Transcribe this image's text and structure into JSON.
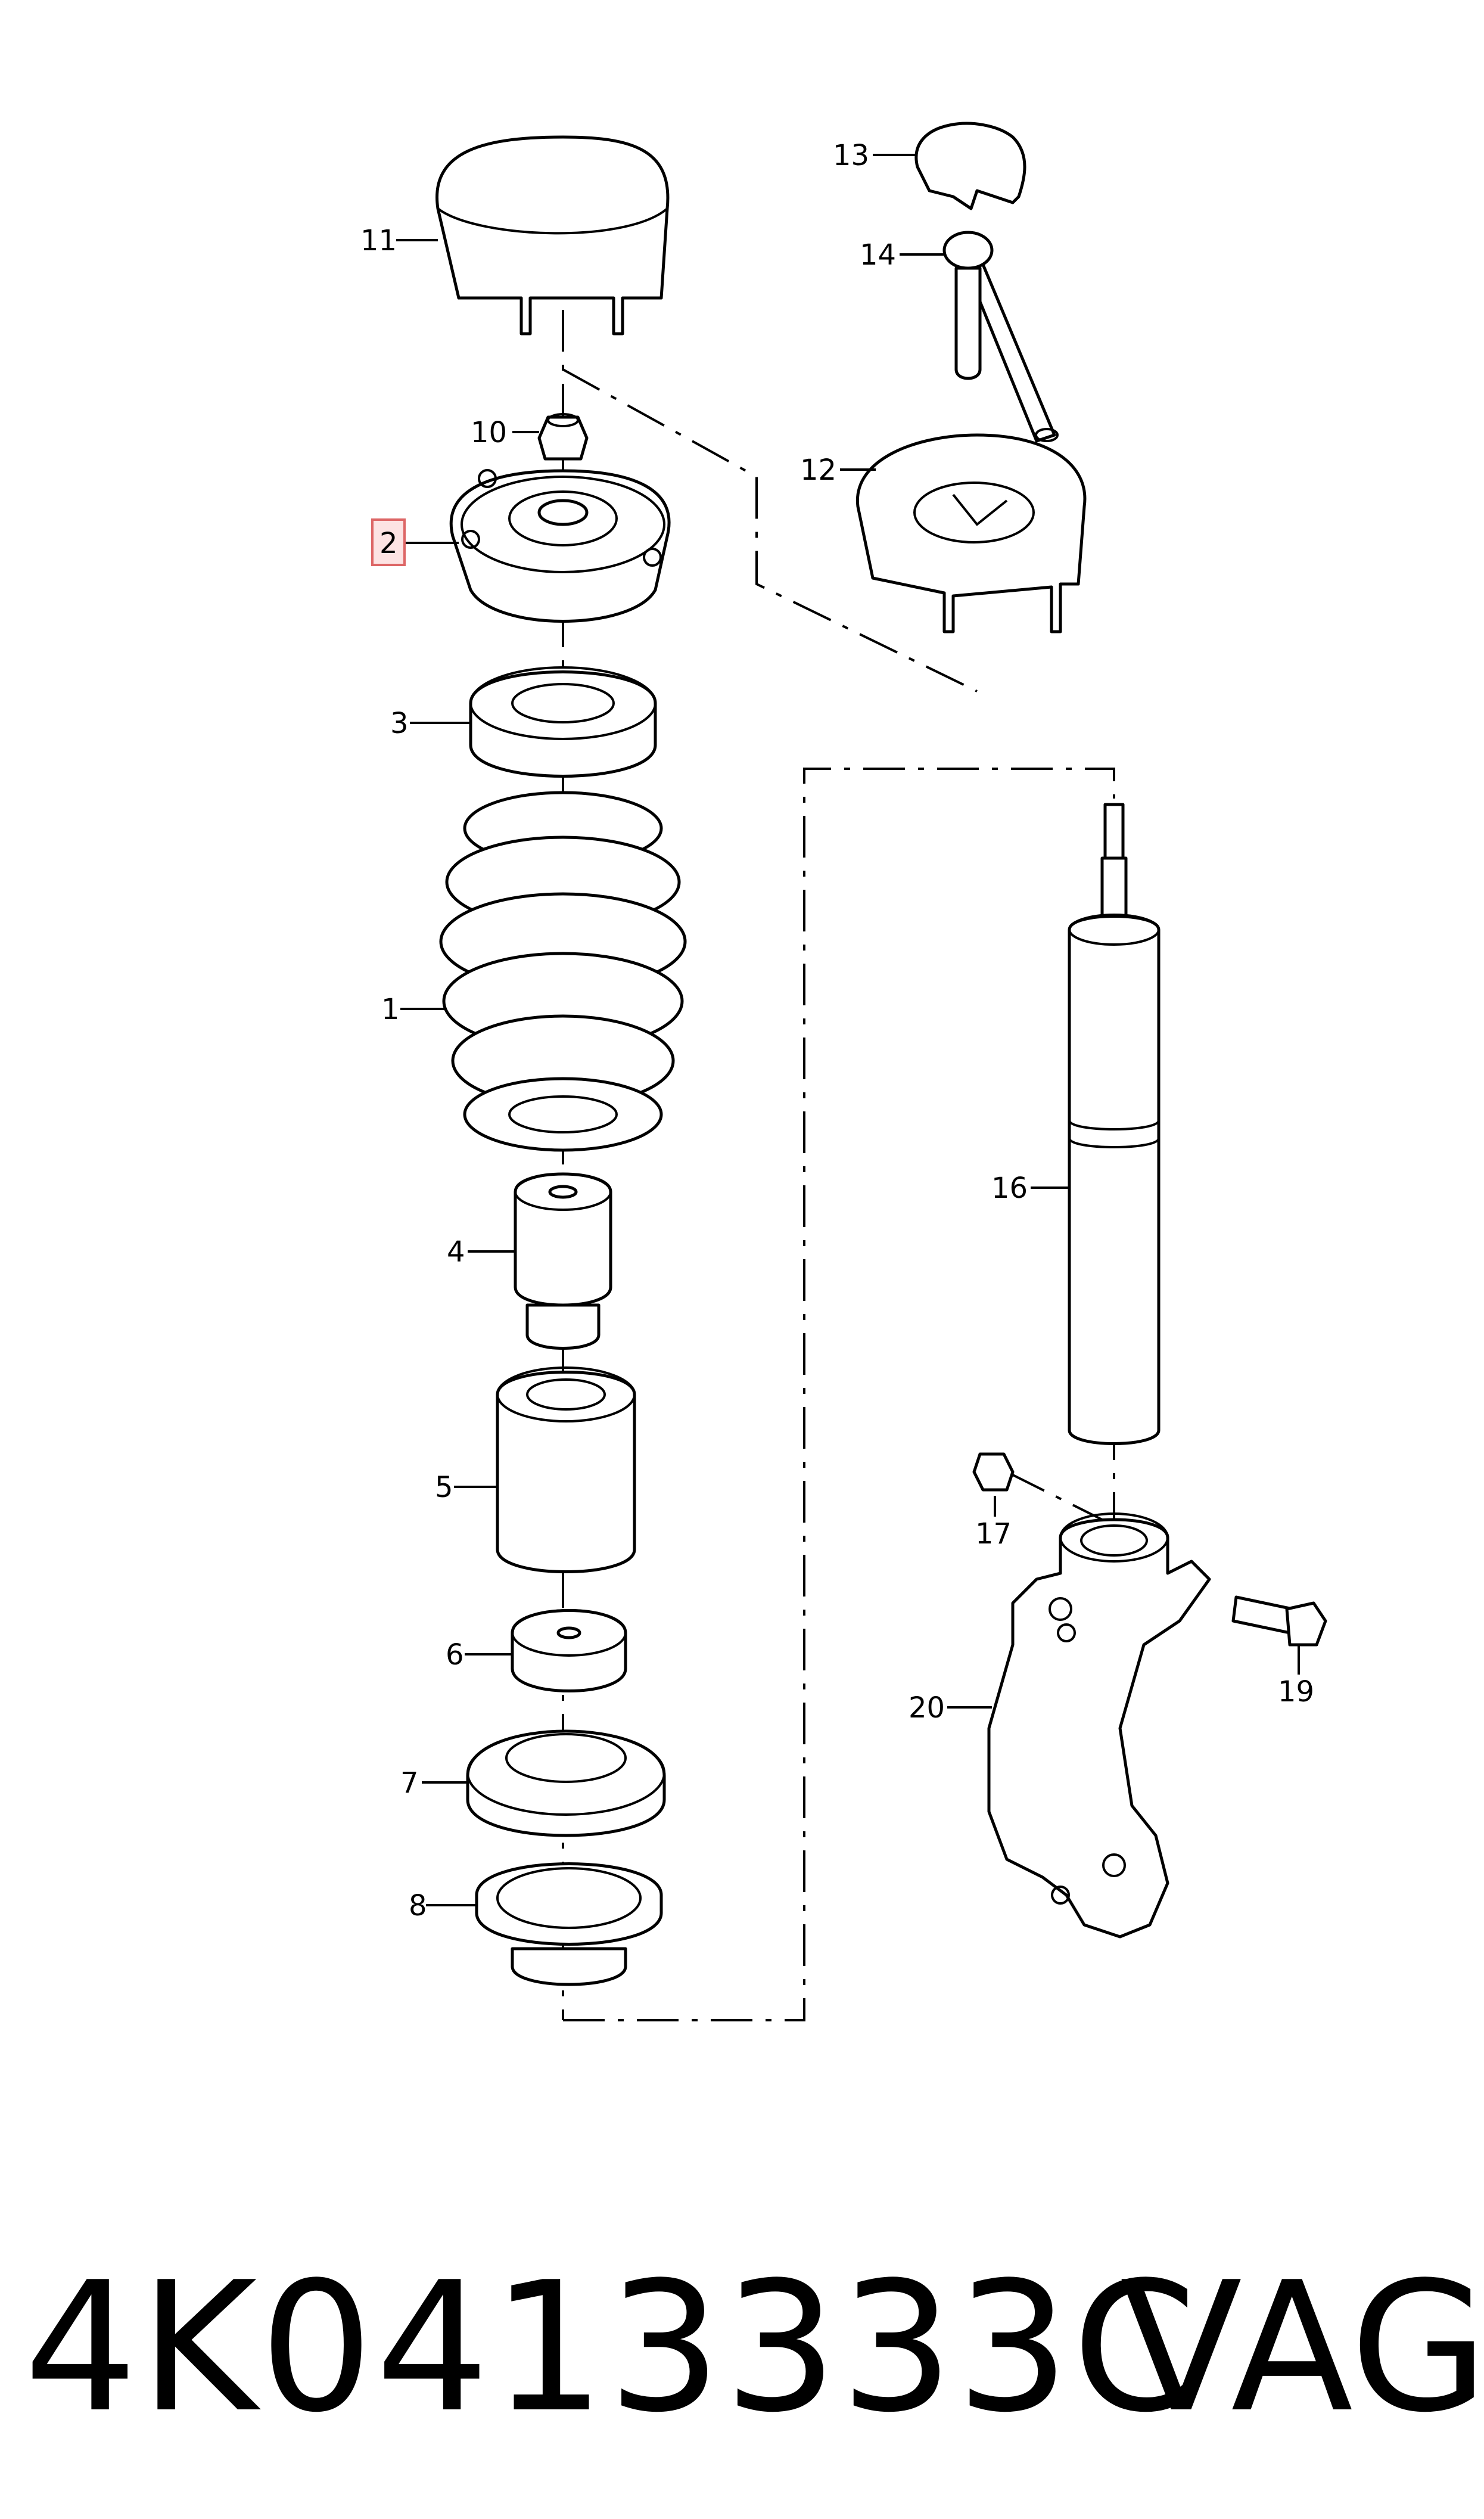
{
  "diagram": {
    "callouts": [
      {
        "id": "1",
        "label": "1"
      },
      {
        "id": "2",
        "label": "2",
        "highlighted": true
      },
      {
        "id": "3",
        "label": "3"
      },
      {
        "id": "4",
        "label": "4"
      },
      {
        "id": "5",
        "label": "5"
      },
      {
        "id": "6",
        "label": "6"
      },
      {
        "id": "7",
        "label": "7"
      },
      {
        "id": "8",
        "label": "8"
      },
      {
        "id": "10",
        "label": "10"
      },
      {
        "id": "11",
        "label": "11"
      },
      {
        "id": "12",
        "label": "12"
      },
      {
        "id": "13",
        "label": "13"
      },
      {
        "id": "14",
        "label": "14"
      },
      {
        "id": "16",
        "label": "16"
      },
      {
        "id": "17",
        "label": "17"
      },
      {
        "id": "19",
        "label": "19"
      },
      {
        "id": "20",
        "label": "20"
      }
    ],
    "highlight_color": "#fde3e3"
  },
  "footer": {
    "part_number": "4K0413333C",
    "brand": "VAG"
  }
}
